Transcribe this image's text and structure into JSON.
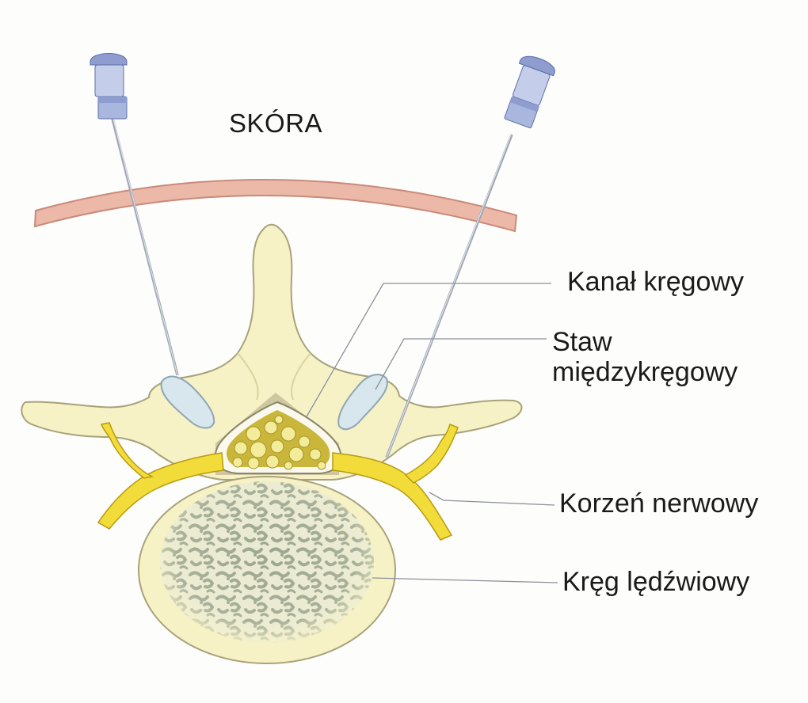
{
  "labels": {
    "skin": "SKÓRA",
    "spinal_canal": "Kanał kręgowy",
    "facet_joint_line1": "Staw",
    "facet_joint_line2": "międzykręgowy",
    "nerve_root": "Korzeń nerwowy",
    "lumbar_vertebra": "Kręg lędźwiowy"
  },
  "colors": {
    "background": "#fdfdfb",
    "skin_layer": "#ecb8a8",
    "skin_edge": "#c98a7a",
    "bone": "#f6f2c6",
    "bone_outline": "#a8a27a",
    "vertebral_body_texture": "#9ca58f",
    "nerve": "#f2dc3a",
    "nerve_outline": "#b89a12",
    "needle_hub": "#a9b7df",
    "needle_hub_dark": "#5f6fa8",
    "needle_shaft": "#9fa6b4",
    "leader_line": "#8a9099",
    "text": "#1a1a1a"
  },
  "icons": [
    "needle-icon"
  ]
}
